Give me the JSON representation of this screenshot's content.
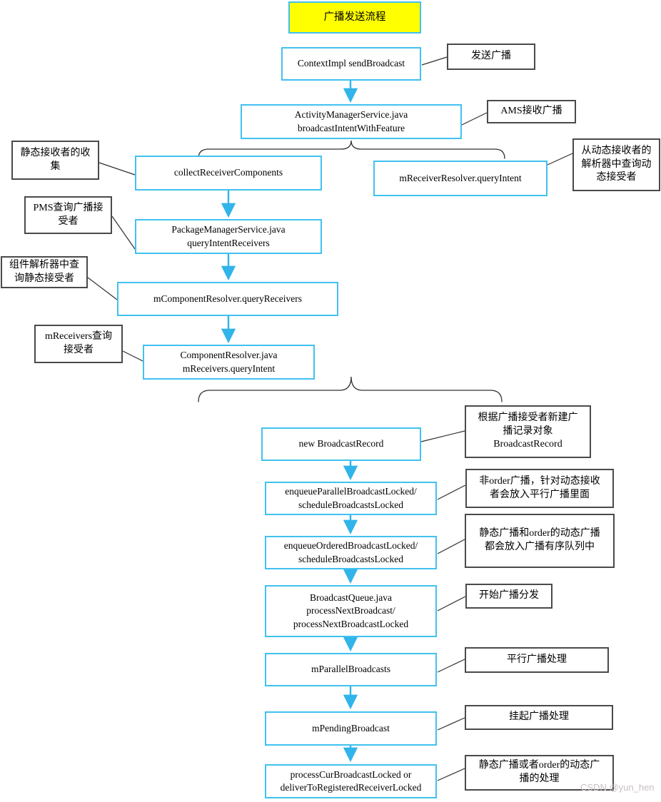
{
  "title": "广播发送流程",
  "watermark": "CSDN @yun_hen",
  "colors": {
    "flow_border": "#41c1f0",
    "arrow": "#31b4e9",
    "annotation_border": "#4a4a4a",
    "title_bg": "#ffff00",
    "connector": "#303030"
  },
  "flow_nodes": [
    {
      "label": "ContextImpl sendBroadcast"
    },
    {
      "label": "ActivityManagerService.java\nbroadcastIntentWithFeature"
    },
    {
      "label": "collectReceiverComponents"
    },
    {
      "label": "mReceiverResolver.queryIntent"
    },
    {
      "label": "PackageManagerService.java\nqueryIntentReceivers"
    },
    {
      "label": "mComponentResolver.queryReceivers"
    },
    {
      "label": "ComponentResolver.java\nmReceivers.queryIntent"
    },
    {
      "label": "new BroadcastRecord"
    },
    {
      "label": "enqueueParallelBroadcastLocked/\nscheduleBroadcastsLocked"
    },
    {
      "label": "enqueueOrderedBroadcastLocked/\nscheduleBroadcastsLocked"
    },
    {
      "label": "BroadcastQueue.java\nprocessNextBroadcast/\nprocessNextBroadcastLocked"
    },
    {
      "label": "mParallelBroadcasts"
    },
    {
      "label": "mPendingBroadcast"
    },
    {
      "label": "processCurBroadcastLocked or\ndeliverToRegisteredReceiverLocked"
    }
  ],
  "annotations": [
    {
      "label": "发送广播"
    },
    {
      "label": "AMS接收广播"
    },
    {
      "label": "静态接收者的收\n集"
    },
    {
      "label": "从动态接收者的\n解析器中查询动\n态接受者"
    },
    {
      "label": "PMS查询广播接\n受者"
    },
    {
      "label": "组件解析器中查\n询静态接受者"
    },
    {
      "label": "mReceivers查询\n接受者"
    },
    {
      "label": "根据广播接受者新建广\n播记录对象\nBroadcastRecord"
    },
    {
      "label": "非order广播，针对动态接收\n者会放入平行广播里面"
    },
    {
      "label": "静态广播和order的动态广播\n都会放入广播有序队列中"
    },
    {
      "label": "开始广播分发"
    },
    {
      "label": "平行广播处理"
    },
    {
      "label": "挂起广播处理"
    },
    {
      "label": "静态广播或者order的动态广\n播的处理"
    }
  ]
}
